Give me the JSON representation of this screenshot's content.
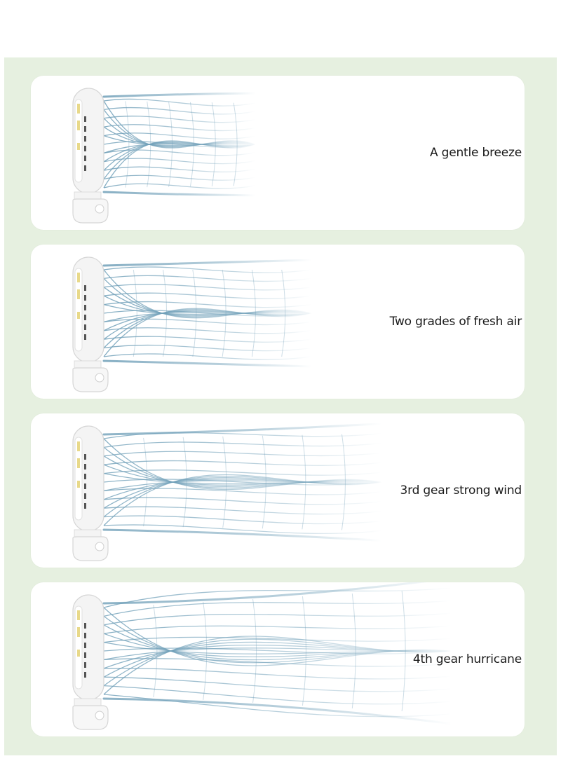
{
  "colors": {
    "page_background": "#ffffff",
    "panel_background": "#e6f0e0",
    "card_background": "#ffffff",
    "airflow": "#6f9fb8",
    "fan_body": "#f4f4f4",
    "fan_accent": "#e8d98a",
    "label_text": "#1a1a1a"
  },
  "icons": {
    "fan": "desk-fan-icon",
    "airflow": "airflow-lines-icon"
  },
  "modes": [
    {
      "level": 1,
      "label": "A gentle breeze"
    },
    {
      "level": 2,
      "label": "Two grades of fresh air"
    },
    {
      "level": 3,
      "label": "3rd gear strong wind"
    },
    {
      "level": 4,
      "label": "4th gear hurricane"
    }
  ]
}
